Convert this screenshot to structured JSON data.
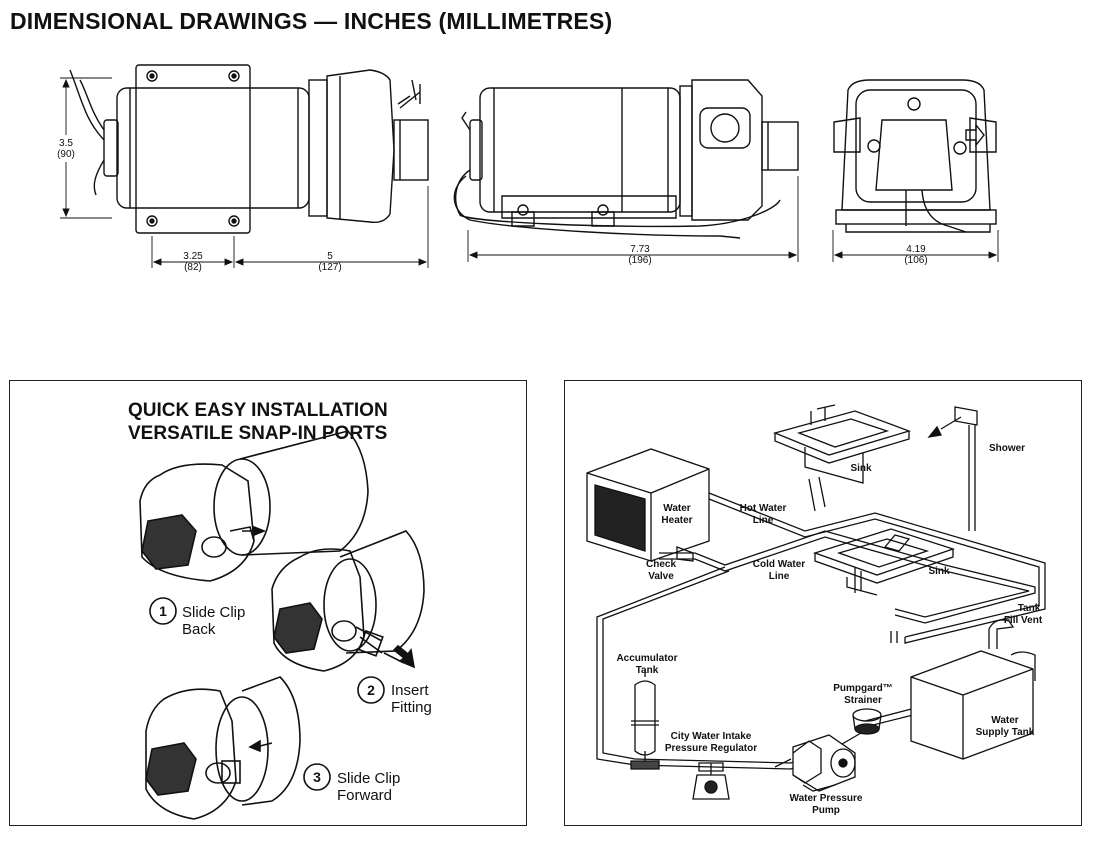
{
  "header": {
    "title": "DIMENSIONAL DRAWINGS — INCHES (MILLIMETRES)"
  },
  "top_view": {
    "height_in": "3.5",
    "height_mm": "(90)",
    "mount_in": "3.25",
    "mount_mm": "(82)",
    "length_in": "5",
    "length_mm": "(127)"
  },
  "side_view": {
    "length_in": "7.73",
    "length_mm": "(196)"
  },
  "end_view": {
    "width_in": "4.19",
    "width_mm": "(106)"
  },
  "installation": {
    "title_line1": "QUICK EASY INSTALLATION",
    "title_line2": "VERSATILE SNAP-IN PORTS",
    "steps": [
      {
        "num": "1",
        "line1": "Slide Clip",
        "line2": "Back"
      },
      {
        "num": "2",
        "line1": "Insert",
        "line2": "Fitting"
      },
      {
        "num": "3",
        "line1": "Slide Clip",
        "line2": "Forward"
      }
    ]
  },
  "plumbing": {
    "labels": {
      "sink_top": "Sink",
      "shower": "Shower",
      "water_heater_1": "Water",
      "water_heater_2": "Heater",
      "hot_water_1": "Hot Water",
      "hot_water_2": "Line",
      "check_valve_1": "Check",
      "check_valve_2": "Valve",
      "cold_water_1": "Cold Water",
      "cold_water_2": "Line",
      "sink_mid": "Sink",
      "tank_vent_1": "Tank",
      "tank_vent_2": "Fill Vent",
      "accumulator_1": "Accumulator",
      "accumulator_2": "Tank",
      "pumpgard_1": "Pumpgard™",
      "pumpgard_2": "Strainer",
      "city_water_1": "City Water Intake",
      "city_water_2": "Pressure Regulator",
      "supply_tank_1": "Water",
      "supply_tank_2": "Supply Tank",
      "pump_1": "Water Pressure",
      "pump_2": "Pump"
    }
  }
}
